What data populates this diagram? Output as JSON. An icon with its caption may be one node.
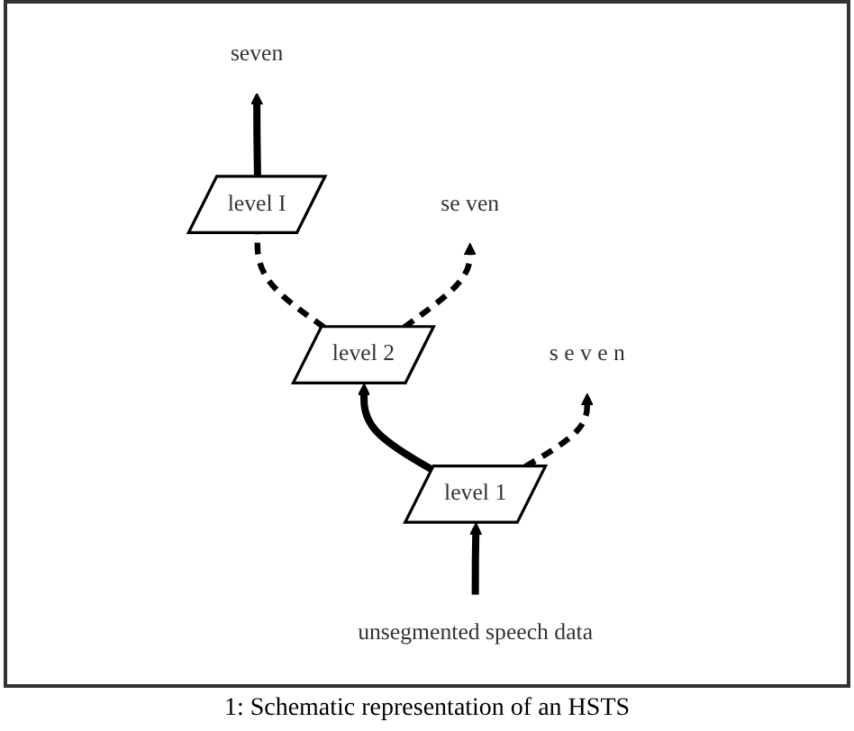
{
  "diagram": {
    "caption": "1: Schematic representation of an HSTS",
    "nodes": [
      {
        "text": [
          "seven"
        ]
      },
      {
        "text": [
          "level I"
        ]
      },
      {
        "text": [
          "se ven"
        ]
      },
      {
        "text": [
          "level 2"
        ]
      },
      {
        "text": [
          "s e v e n"
        ]
      },
      {
        "text": [
          "level 1"
        ]
      },
      {
        "text": [
          "unsegmented speech data"
        ]
      }
    ],
    "edges": [
      {
        "from": 6,
        "to": 5,
        "arrow": "to"
      },
      {
        "from": 5,
        "to": 3,
        "arrow": "to"
      },
      {
        "from": 5,
        "to": 4,
        "arrow": "to",
        "style": "dashed"
      },
      {
        "from": 3,
        "to": 2,
        "arrow": "to",
        "style": "dashed"
      },
      {
        "from": 3,
        "to": 1,
        "arrow": "none",
        "style": "dashed"
      },
      {
        "from": 1,
        "to": 0,
        "arrow": "to"
      }
    ]
  }
}
